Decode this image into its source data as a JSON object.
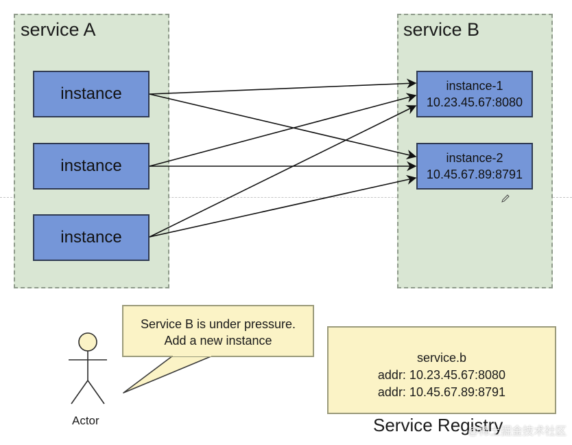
{
  "service_a": {
    "title": "service A",
    "instances": [
      {
        "label": "instance"
      },
      {
        "label": "instance"
      },
      {
        "label": "instance"
      }
    ]
  },
  "service_b": {
    "title": "service B",
    "instances": [
      {
        "name": "instance-1",
        "addr": "10.23.45.67:8080"
      },
      {
        "name": "instance-2",
        "addr": "10.45.67.89:8791"
      }
    ]
  },
  "callout": {
    "line1": "Service B is under pressure.",
    "line2": "Add a new instance"
  },
  "actor": {
    "label": "Actor"
  },
  "registry": {
    "title": "Service Registry",
    "service_name": "service.b",
    "entries": [
      "addr: 10.23.45.67:8080",
      "addr: 10.45.67.89:8791"
    ]
  },
  "watermark": "@稀土掘金技术社区",
  "colors": {
    "service_box_bg": "#d9e6d3",
    "instance_fill": "#7596d8",
    "note_bg": "#fbf3c6"
  },
  "icons": {
    "actor": "stick-figure-icon",
    "pencil": "pencil-cursor-icon"
  }
}
